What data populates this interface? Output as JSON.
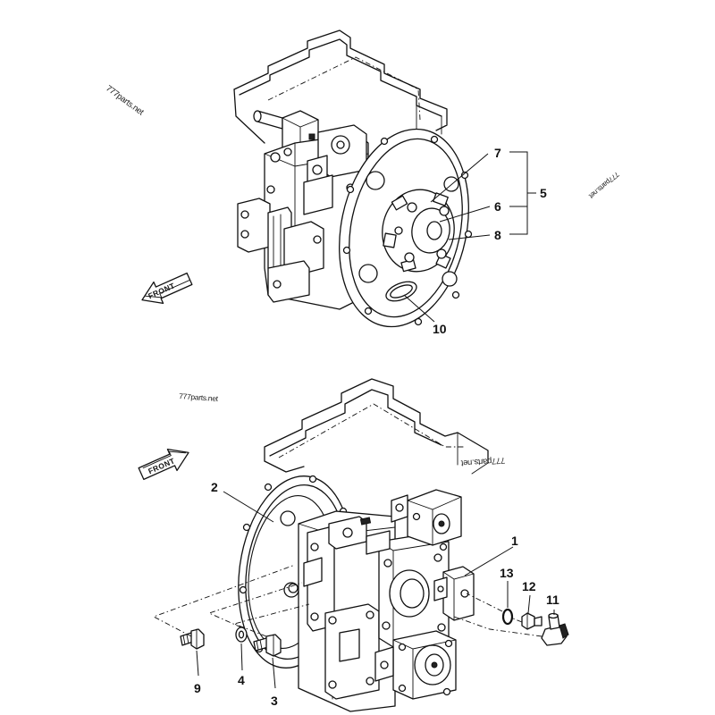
{
  "watermarks": {
    "top_left": "777parts.net",
    "middle": "777parts.net",
    "upside_down": "777parts.net",
    "right_edge": "777parts.net"
  },
  "front_labels": {
    "top": "FRONT",
    "bottom": "FRONT"
  },
  "callouts": {
    "part_7": "7",
    "part_6": "6",
    "part_5": "5",
    "part_8": "8",
    "part_10": "10",
    "part_2": "2",
    "part_1": "1",
    "part_13": "13",
    "part_12": "12",
    "part_11": "11",
    "part_9": "9",
    "part_4": "4",
    "part_3": "3"
  },
  "colors": {
    "background": "#ffffff",
    "line": "#111111"
  }
}
